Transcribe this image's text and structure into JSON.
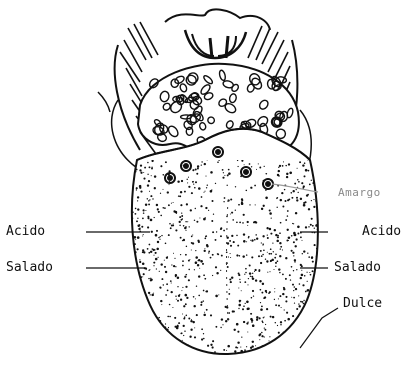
{
  "labels": {
    "amargo": "Amargo",
    "acido_left": "Acido",
    "salado_left": "Salado",
    "acido_right": "Acido",
    "salado_right": "Salado",
    "dulce": "Dulce"
  },
  "colors": {
    "ink": "#111111",
    "paper": "#ffffff"
  }
}
